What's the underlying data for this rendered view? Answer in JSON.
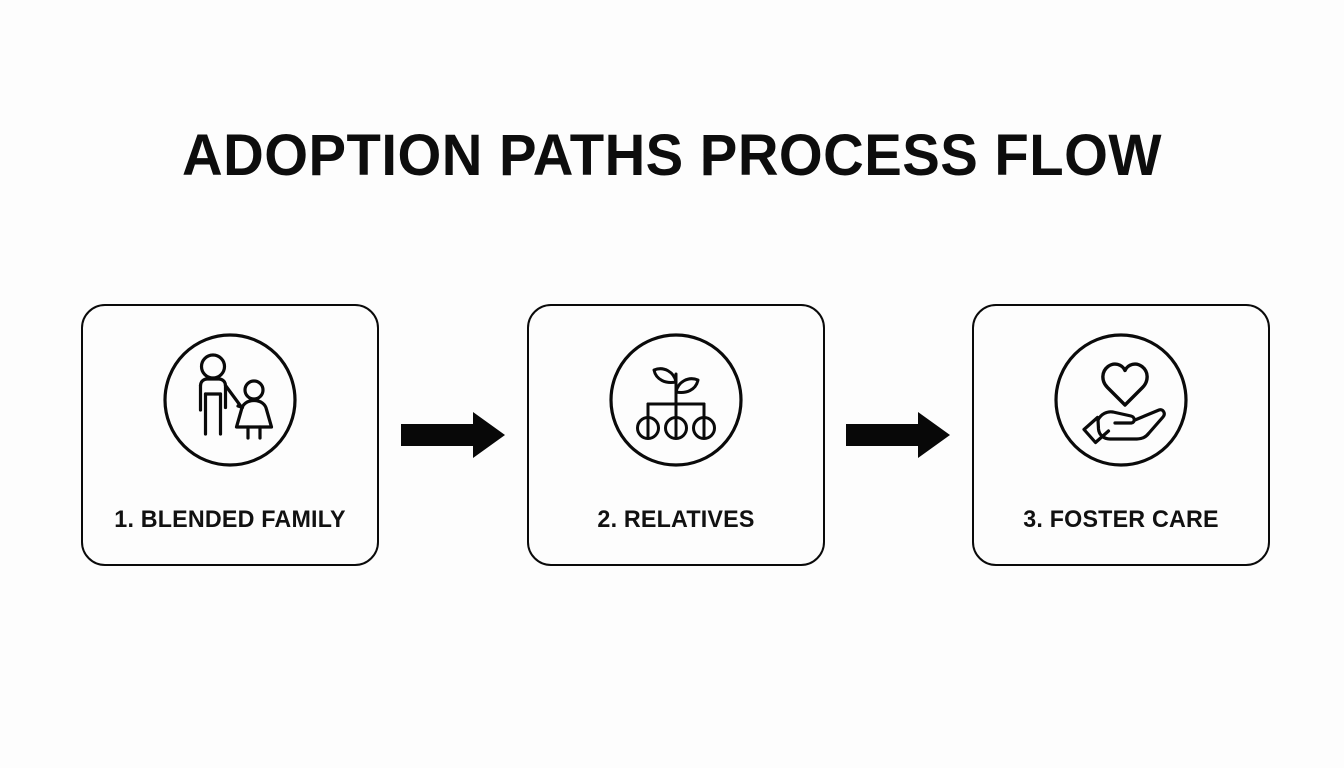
{
  "slide": {
    "title": "ADOPTION PATHS PROCESS FLOW",
    "background_color": "#fdfdfd",
    "ink_color": "#0a0a0a"
  },
  "steps": [
    {
      "label": "1. BLENDED FAMILY",
      "icon": "adult-and-child-holding-hands-icon"
    },
    {
      "label": "2. RELATIVES",
      "icon": "family-tree-sprout-icon"
    },
    {
      "label": "3. FOSTER CARE",
      "icon": "hand-holding-heart-icon"
    }
  ],
  "connectors": [
    {
      "icon": "right-arrow-icon"
    },
    {
      "icon": "right-arrow-icon"
    }
  ]
}
